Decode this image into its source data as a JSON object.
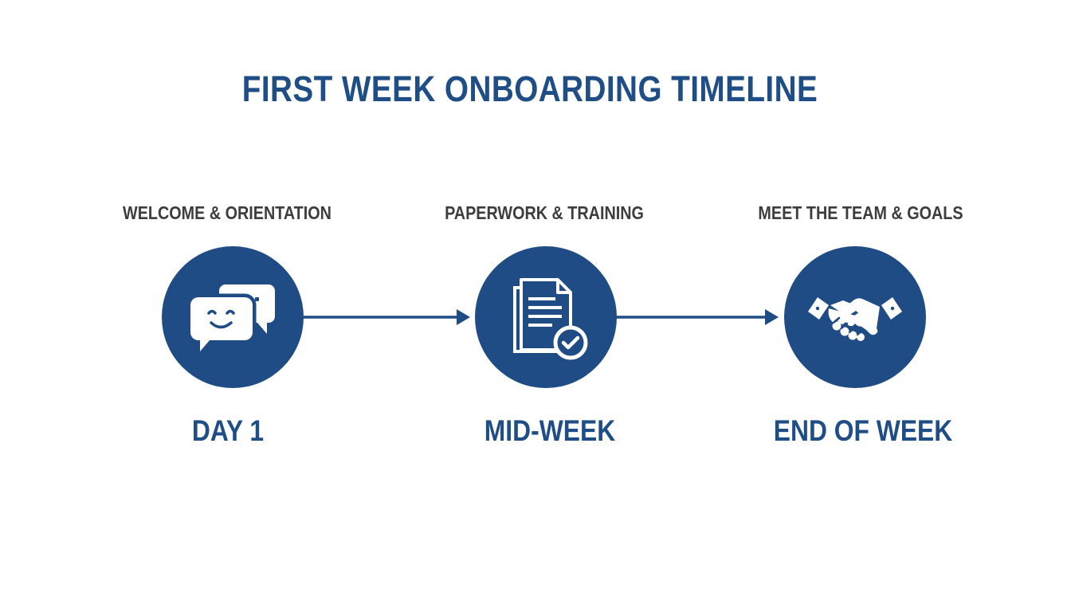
{
  "title": "FIRST WEEK ONBOARDING TIMELINE",
  "stages": [
    {
      "label": "WELCOME & ORIENTATION",
      "time": "DAY 1",
      "icon": "chat-bubbles-icon"
    },
    {
      "label": "PAPERWORK & TRAINING",
      "time": "MID-WEEK",
      "icon": "document-check-icon"
    },
    {
      "label": "MEET THE TEAM & GOALS",
      "time": "END OF WEEK",
      "icon": "handshake-icon"
    }
  ],
  "colors": {
    "primary": "#1f4c84",
    "label": "#3d3d3d",
    "background": "#ffffff"
  }
}
